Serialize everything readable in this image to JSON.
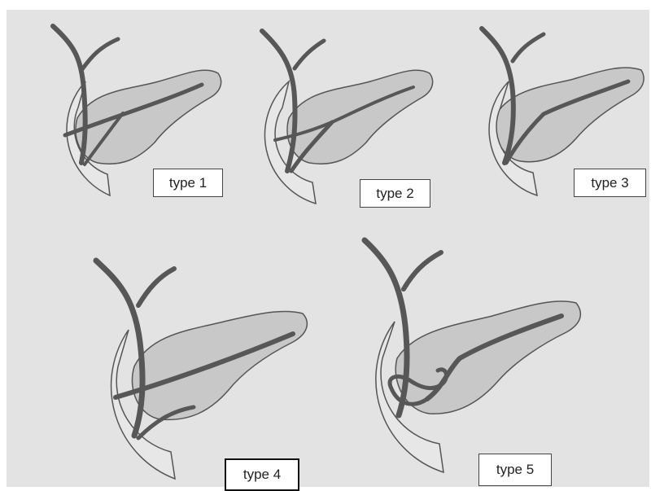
{
  "colors": {
    "background": "#e3e3e3",
    "pancreas_fill": "#c8c8c8",
    "duodenum_fill": "#e7e7e7",
    "duct_stroke": "#575757",
    "outline": "#555555"
  },
  "panels": [
    {
      "label": "type 1"
    },
    {
      "label": "type 2"
    },
    {
      "label": "type 3"
    },
    {
      "label": "type 4"
    },
    {
      "label": "type 5"
    }
  ]
}
